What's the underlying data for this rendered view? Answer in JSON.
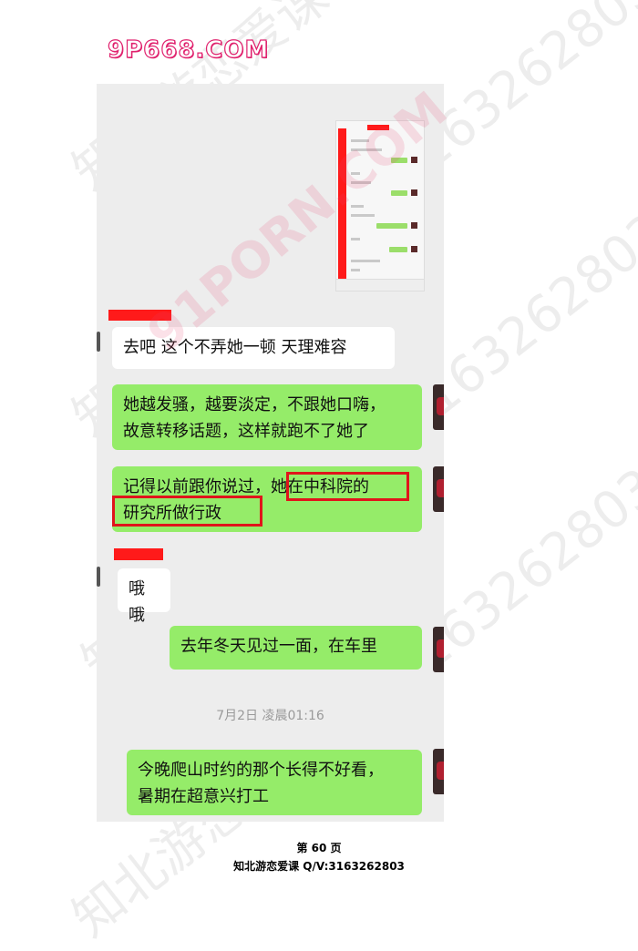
{
  "logo": "9P668.COM",
  "messages": [
    {
      "text": "去吧 这个不弄她一顿 天理难容"
    },
    {
      "text_line1": "她越发骚，越要淡定，不跟她口嗨，",
      "text_line2": "故意转移话题，这样就跑不了她了"
    },
    {
      "text_line1": "记得以前跟你说过，",
      "highlight_1": "她在中科院的",
      "highlight_2": "研究所做行政"
    },
    {
      "text": "哦哦"
    },
    {
      "text": "去年冬天见过一面，在车里"
    },
    {
      "text_line1": "今晚爬山时约的那个长得不好看，",
      "text_line2": "暑期在超意兴打工"
    }
  ],
  "timestamp": "7月2日 凌晨01:16",
  "footer": {
    "page_label": "第 60 页",
    "course": "知北游恋爱课 Q/V:3163262803"
  },
  "watermarks": {
    "text_a": "知北游恋爱课Q/V3163262803",
    "text_b": "91PORN.COM"
  },
  "colors": {
    "green_bubble": "#95ec69",
    "chat_bg": "#ededed",
    "redaction": "#ff1a1a"
  }
}
